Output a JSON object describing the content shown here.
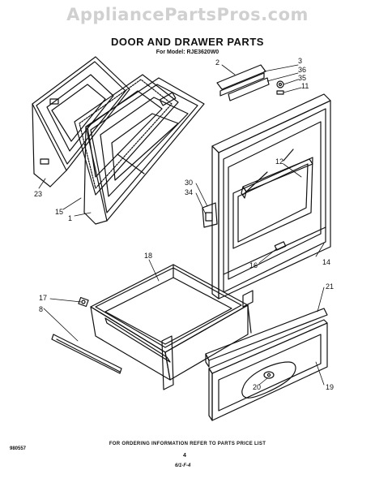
{
  "watermark": "AppliancePartsPros.com",
  "title": "DOOR AND DRAWER PARTS",
  "subtitle": "For Model: RJE3620W0",
  "footer_note": "FOR ORDERING INFORMATION REFER TO PARTS PRICE LIST",
  "doc_number": "980557",
  "page_number": "4",
  "date_code": "6/1-F-4",
  "fine_print_left": "",
  "fine_print_right": "",
  "callouts": [
    "2",
    "3",
    "36",
    "35",
    "11",
    "23",
    "15",
    "1",
    "12",
    "30",
    "34",
    "14",
    "16",
    "18",
    "17",
    "8",
    "21",
    "20",
    "19"
  ]
}
